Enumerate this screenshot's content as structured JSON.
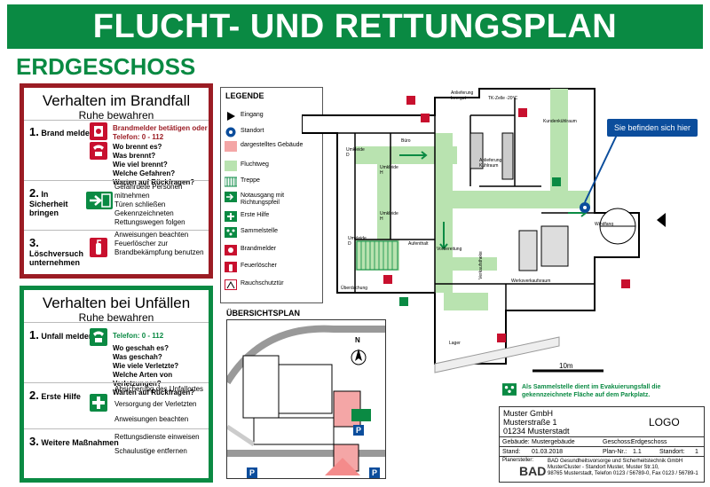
{
  "header": {
    "title": "FLUCHT- UND RETTUNGSPLAN",
    "floor": "ERDGESCHOSS"
  },
  "fire": {
    "title": "Verhalten im Brandfall",
    "subtitle": "Ruhe bewahren",
    "steps": [
      {
        "number": "1.",
        "label": "Brand melden",
        "alarm_text": "Brandmelder betätigen oder",
        "phone": "Telefon:  0 - 112",
        "questions": [
          "Wo brennt es?",
          "Was brennt?",
          "Wie viel brennt?",
          "Welche Gefahren?",
          "Warten auf Rückfragen?"
        ]
      },
      {
        "number": "2.",
        "label": "In Sicherheit bringen",
        "lines": [
          "Gefährdete Personen mitnehmen",
          "Türen schließen",
          "Gekennzeichneten",
          "Rettungswegen folgen",
          "Anweisungen beachten"
        ]
      },
      {
        "number": "3.",
        "label": "Löschversuch unternehmen",
        "lines": [
          "Feuerlöscher zur",
          "Brandbekämpfung benutzen"
        ]
      }
    ]
  },
  "accident": {
    "title": "Verhalten bei Unfällen",
    "subtitle": "Ruhe bewahren",
    "steps": [
      {
        "number": "1.",
        "label": "Unfall melden",
        "phone": "Telefon:  0 - 112",
        "questions": [
          "Wo geschah es?",
          "Was geschah?",
          "Wie viele Verletzte?",
          "Welche Arten von Verletzungen?",
          "Warten auf Rückfragen?"
        ]
      },
      {
        "number": "2.",
        "label": "Erste Hilfe",
        "lines": [
          "Absicherung des Unfallortes",
          "Versorgung der Verletzten",
          "Anweisungen beachten"
        ]
      },
      {
        "number": "3.",
        "label": "Weitere Maßnahmen",
        "lines": [
          "Rettungsdienste einweisen",
          "Schaulustige entfernen"
        ]
      }
    ]
  },
  "legend": {
    "title": "LEGENDE",
    "items": [
      {
        "label": "Eingang",
        "icon": "entrance-arrow-icon"
      },
      {
        "label": "Standort",
        "icon": "location-icon"
      },
      {
        "label": "dargestelltes Gebäude",
        "icon": "building-swatch-icon"
      },
      {
        "label": "Fluchtweg",
        "icon": "escape-route-swatch-icon"
      },
      {
        "label": "Treppe",
        "icon": "stairs-icon"
      },
      {
        "label": "Notausgang mit Richtungspfeil",
        "icon": "emergency-exit-icon"
      },
      {
        "label": "Erste Hilfe",
        "icon": "first-aid-icon"
      },
      {
        "label": "Sammelstelle",
        "icon": "assembly-point-icon"
      },
      {
        "label": "Brandmelder",
        "icon": "fire-alarm-icon"
      },
      {
        "label": "Feuerlöscher",
        "icon": "fire-extinguisher-icon"
      },
      {
        "label": "Rauchschutztür",
        "icon": "smoke-door-icon"
      }
    ]
  },
  "overview": {
    "title": "ÜBERSICHTSPLAN",
    "north": "N",
    "parking": "P"
  },
  "plan": {
    "rooms": [
      "Anlieferung Leergut",
      "TK-Zelle -20°C",
      "Kundenkühlraum",
      "Büro",
      "Anlieferung Kühlraum",
      "Umkleide D",
      "Umkleide H",
      "Umkleide H",
      "Umkleide D",
      "Aufenthalt",
      "Vorbereitung",
      "Verkaufstheke",
      "Werksverkaufsraum",
      "Lager",
      "Überdachung",
      "Windfang"
    ],
    "you_are_here": "Sie befinden sich hier",
    "scale": "10m"
  },
  "assembly_text": "Als Sammelstelle dient im Evakuierungsfall die gekennzeichnete Fläche auf dem Parkplatz.",
  "info": {
    "company": "Muster GmbH",
    "street": "Musterstraße 1",
    "city": "01234 Musterstadt",
    "logo": "LOGO",
    "building_label": "Gebäude:",
    "building": "Mustergebäude",
    "floor_label": "Geschoss:",
    "floor": "Erdgeschoss",
    "plan_no_label": "Plan-Nr.:",
    "plan_no": "1.1",
    "date_label": "Stand:",
    "date": "01.03.2018",
    "standort_label": "Standort:",
    "standort": "1",
    "planner_label": "Planersteller:",
    "planner_logo": "BAD",
    "planner_lines": [
      "BAD Gesundheitsvorsorge und Sicherheitstechnik GmbH",
      "MusterCluster - Standort Muster, Muster Str.10,",
      "98765 Musterstadt, Telefon 0123 / 56789-0, Fax 0123 / 56789-1"
    ]
  },
  "colors": {
    "green": "#0a8a43",
    "red": "#9b1c24",
    "blue": "#0b4d9c",
    "route": "#b9e3b0",
    "building": "#f4a6a6"
  }
}
